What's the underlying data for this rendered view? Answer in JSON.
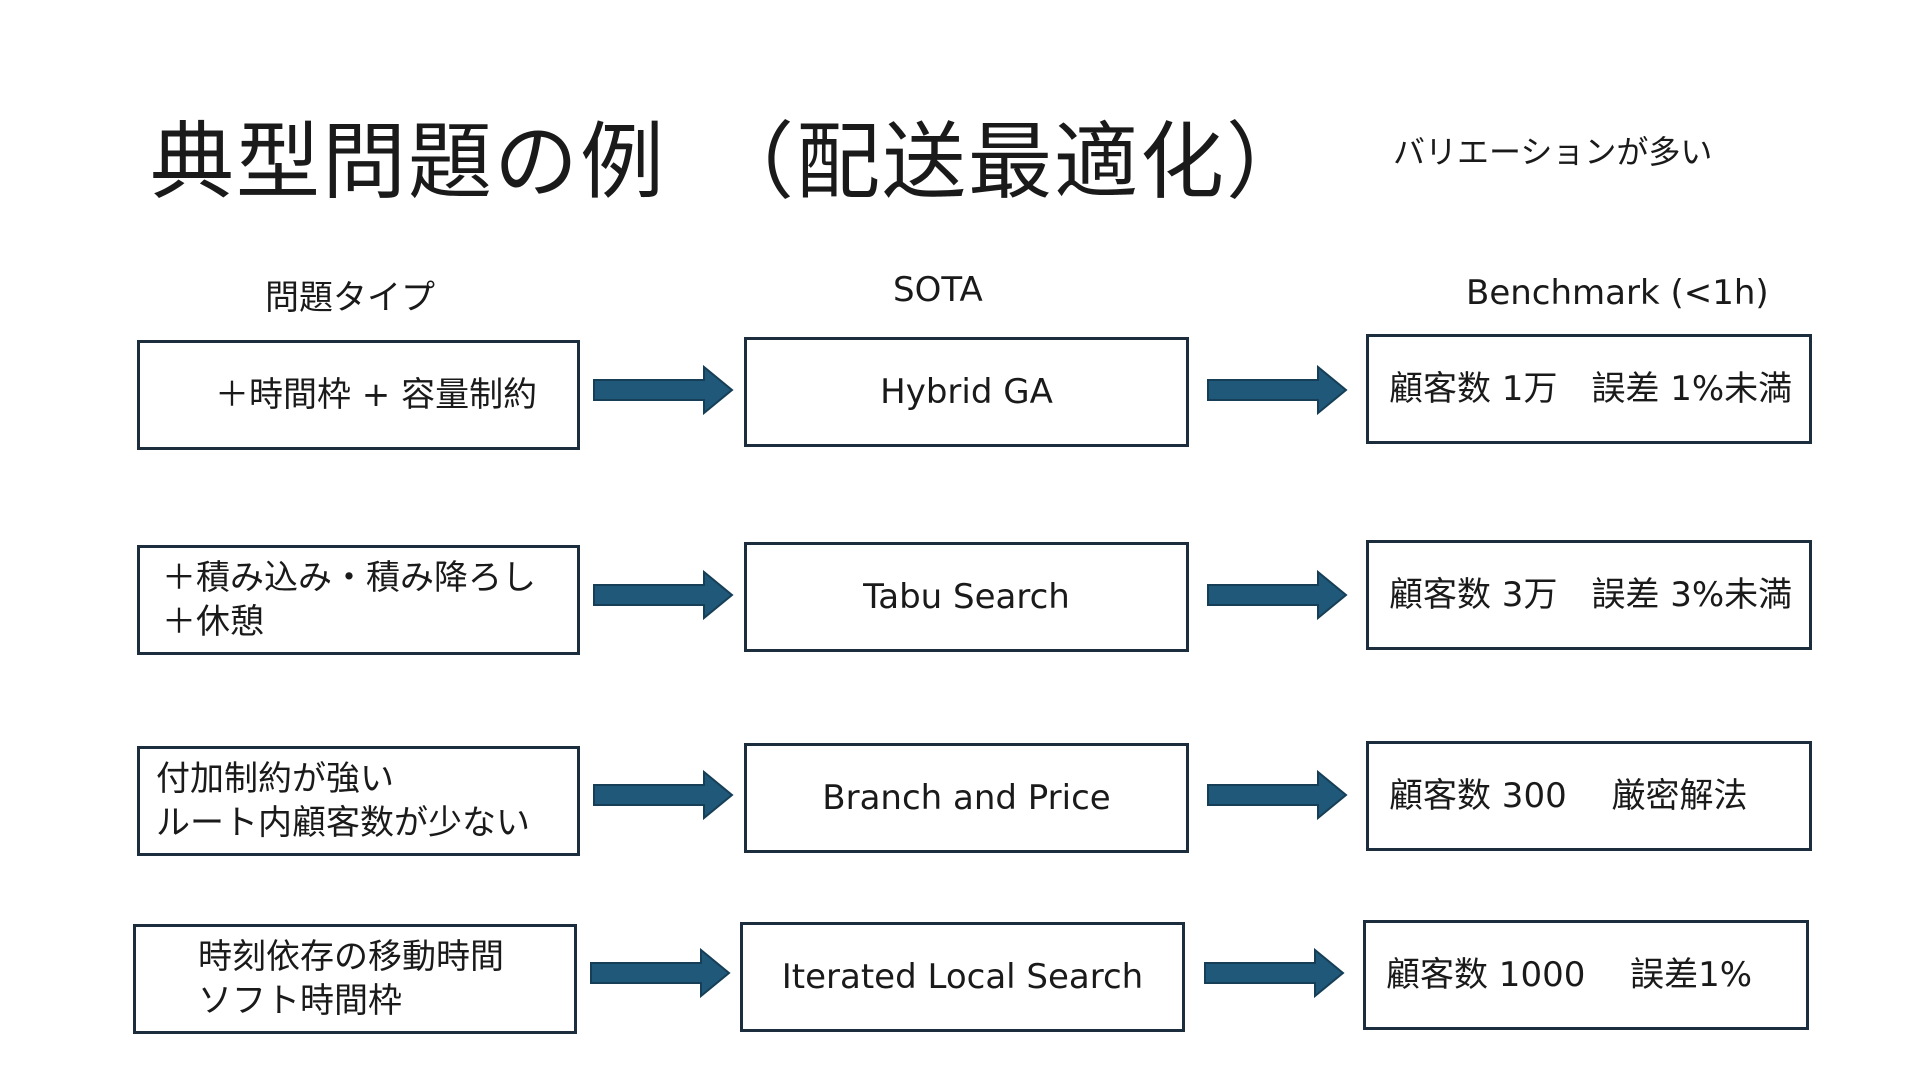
{
  "title": "典型問題の例　（配送最適化）",
  "subtitle": "バリエーションが多い",
  "headers": {
    "type": "問題タイプ",
    "sota": "SOTA",
    "benchmark": "Benchmark (<1h)"
  },
  "rows": [
    {
      "type_lines": [
        "＋時間枠 + 容量制約"
      ],
      "sota": "Hybrid GA",
      "benchmark": "顧客数 1万　誤差 1%未満"
    },
    {
      "type_lines": [
        "＋積み込み・積み降ろし",
        "＋休憩"
      ],
      "sota": "Tabu Search",
      "benchmark": "顧客数 3万　誤差 3%未満"
    },
    {
      "type_lines": [
        "付加制約が強い",
        "ルート内顧客数が少ない"
      ],
      "sota": "Branch and Price",
      "benchmark": "顧客数 300　 厳密解法"
    },
    {
      "type_lines": [
        "時刻依存の移動時間",
        "ソフト時間枠"
      ],
      "sota": "Iterated Local Search",
      "benchmark": "顧客数 1000　 誤差1%"
    }
  ],
  "colors": {
    "arrow_fill": "#1f5878",
    "arrow_stroke": "#163f57",
    "box_border": "#1c2e3e"
  }
}
